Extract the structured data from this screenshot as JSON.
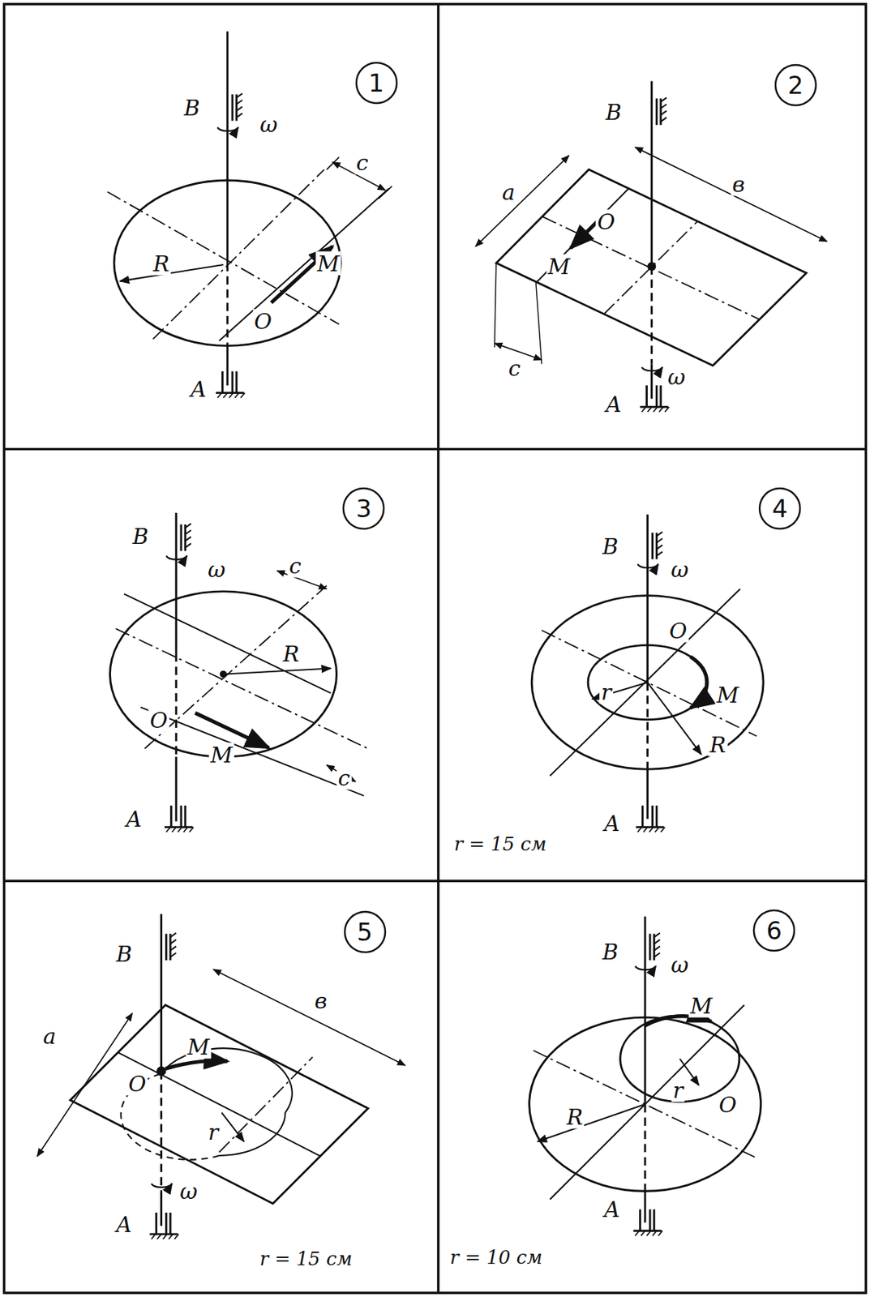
{
  "diagram": {
    "nodes": [
      {
        "text": [
          "1"
        ]
      },
      {
        "text": [
          "2"
        ]
      },
      {
        "text": [
          "3"
        ]
      },
      {
        "text": [
          "4"
        ]
      },
      {
        "text": [
          "5"
        ]
      },
      {
        "text": [
          "6"
        ]
      }
    ],
    "labels": [
      "B",
      "ω",
      "c",
      "R",
      "M",
      "O",
      "A",
      "B",
      "a",
      "в",
      "O",
      "M",
      "c",
      "ω",
      "A",
      "B",
      "ω",
      "c",
      "R",
      "O",
      "M",
      "c",
      "A",
      "B",
      "ω",
      "O",
      "r",
      "M",
      "R",
      "A",
      "r = 15 см",
      "a",
      "в",
      "B",
      "M",
      "O",
      "r",
      "ω",
      "A",
      "r = 15 см",
      "B",
      "ω",
      "M",
      "R",
      "r",
      "O",
      "A",
      "r = 10 см"
    ]
  }
}
